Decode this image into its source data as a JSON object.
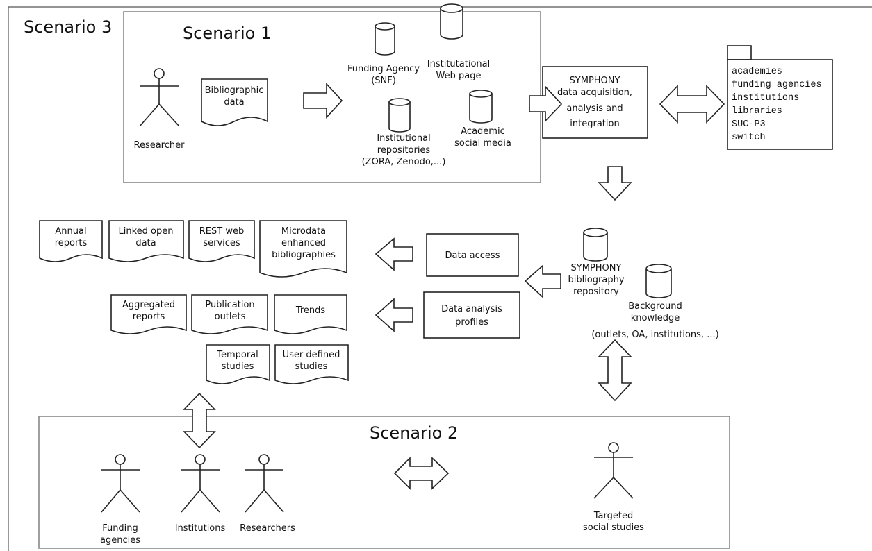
{
  "scenarios": {
    "scenario3": "Scenario 3",
    "scenario1": "Scenario 1",
    "scenario2": "Scenario 2"
  },
  "actors": {
    "researcher": "Researcher",
    "funding_agencies": [
      "Funding",
      "agencies"
    ],
    "institutions": "Institutions",
    "researchers": "Researchers",
    "targeted": [
      "Targeted",
      "social studies"
    ]
  },
  "documents": {
    "bibliographic": [
      "Bibliographic",
      "data"
    ],
    "annual": [
      "Annual",
      "reports"
    ],
    "linked": [
      "Linked open",
      "data"
    ],
    "rest": [
      "REST web",
      "services"
    ],
    "microdata": [
      "Microdata",
      "enhanced",
      "bibliographies"
    ],
    "aggregated": [
      "Aggregated",
      "reports"
    ],
    "publication": [
      "Publication",
      "outlets"
    ],
    "trends": "Trends",
    "temporal": [
      "Temporal",
      "studies"
    ],
    "user_defined": [
      "User defined",
      "studies"
    ]
  },
  "sources": {
    "funding_agency": [
      "Funding Agency",
      "(SNF)"
    ],
    "institutional_web": [
      "Institutational",
      "Web page"
    ],
    "inst_repos": [
      "Institutional",
      "repositories",
      "(ZORA, Zenodo,...)"
    ],
    "academic_social": [
      "Academic",
      "social media"
    ]
  },
  "symphony": {
    "process": [
      "SYMPHONY",
      "data acquisition,",
      "analysis and",
      "integration"
    ],
    "repository": [
      "SYMPHONY",
      "bibliography",
      "repository"
    ],
    "background": [
      "Background",
      "knowledge",
      "(outlets, OA, institutions, ...)"
    ],
    "data_access": "Data access",
    "data_analysis": [
      "Data analysis",
      "profiles"
    ]
  },
  "providers": [
    "academies",
    "funding agencies",
    "institutions",
    "libraries",
    "SUC-P3",
    "switch"
  ]
}
